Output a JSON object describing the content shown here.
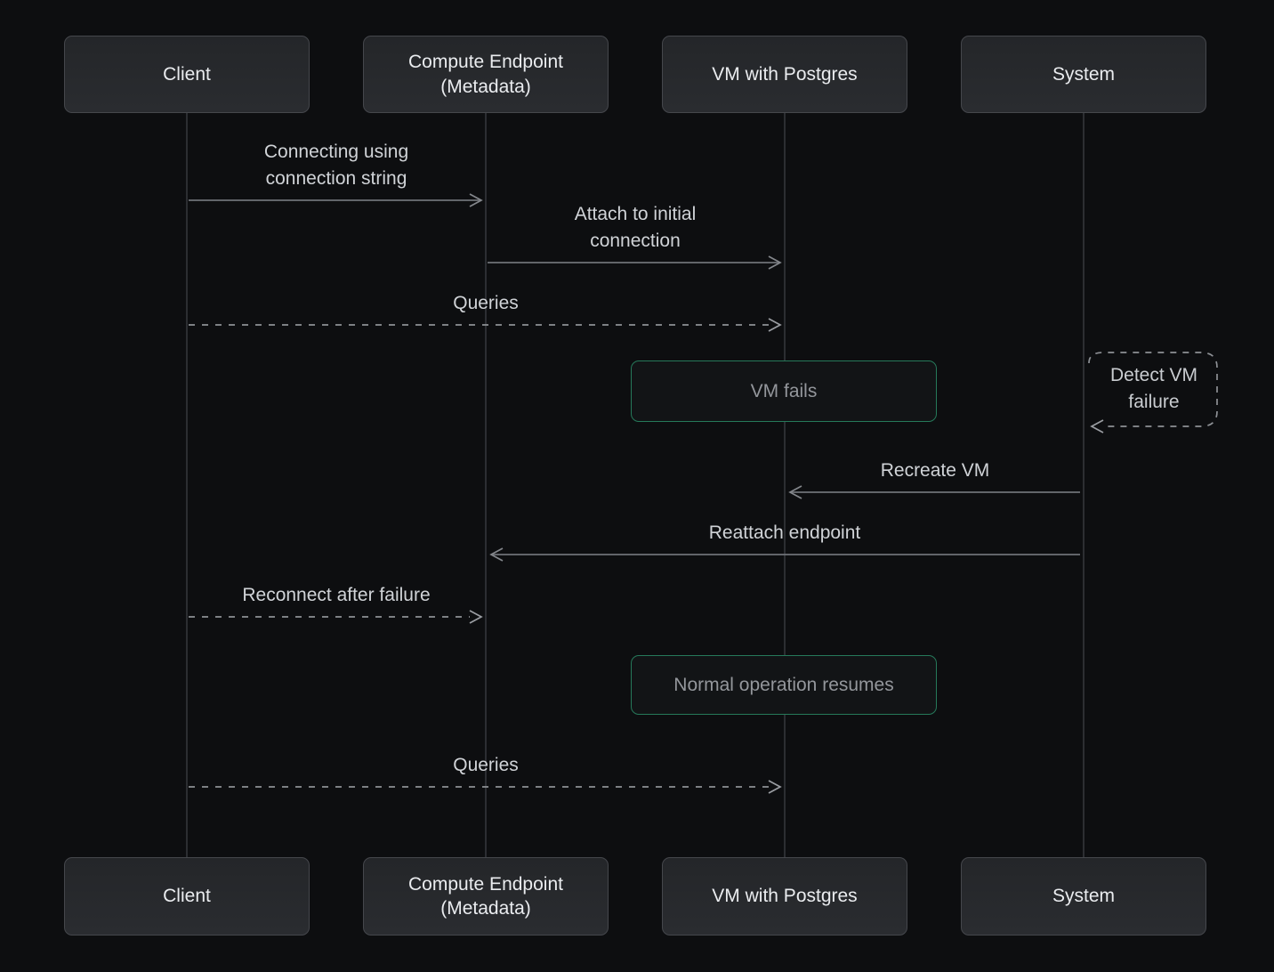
{
  "diagram": {
    "type": "sequence",
    "participants": [
      {
        "id": "client",
        "label": "Client"
      },
      {
        "id": "compute-endpoint",
        "label": "Compute Endpoint (Metadata)"
      },
      {
        "id": "vm-with-postgres",
        "label": "VM with Postgres"
      },
      {
        "id": "system",
        "label": "System"
      }
    ],
    "messages": [
      {
        "from": "Client",
        "to": "Compute Endpoint (Metadata)",
        "label": "Connecting using connection string",
        "line": "solid"
      },
      {
        "from": "Compute Endpoint (Metadata)",
        "to": "VM with Postgres",
        "label": "Attach to initial connection",
        "line": "solid"
      },
      {
        "from": "Client",
        "to": "VM with Postgres",
        "label": "Queries",
        "line": "dashed"
      },
      {
        "from": "System",
        "to": "VM with Postgres",
        "label": "Recreate VM",
        "line": "solid"
      },
      {
        "from": "System",
        "to": "Compute Endpoint (Metadata)",
        "label": "Reattach endpoint",
        "line": "solid"
      },
      {
        "from": "Client",
        "to": "Compute Endpoint (Metadata)",
        "label": "Reconnect after failure",
        "line": "dashed"
      },
      {
        "from": "Client",
        "to": "VM with Postgres",
        "label": "Queries",
        "line": "dashed"
      }
    ],
    "notes": [
      {
        "over": "VM with Postgres",
        "label": "VM fails"
      },
      {
        "over": "VM with Postgres",
        "label": "Normal operation resumes"
      }
    ],
    "self_message": {
      "participant": "System",
      "label": "Detect VM failure",
      "line": "dashed"
    },
    "colors": {
      "background": "#0d0e10",
      "participant_fill": "#28292d",
      "participant_border": "#45474c",
      "note_border": "#26795a",
      "note_fill": "#121416",
      "solid_arrow": "#6f7277",
      "dashed_arrow": "#8d9095",
      "lifeline": "#34363b",
      "participant_text": "#eaecef",
      "message_text": "#d0d3d7",
      "note_text": "#93969b"
    }
  }
}
